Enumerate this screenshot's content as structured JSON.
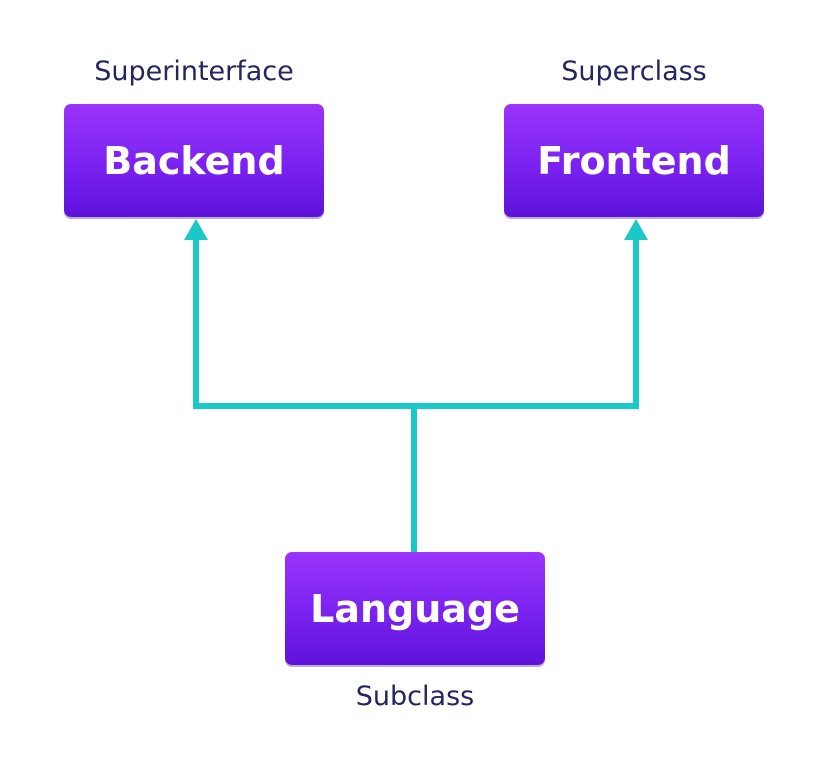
{
  "nodes": {
    "backend": {
      "label": "Backend",
      "caption": "Superinterface"
    },
    "frontend": {
      "label": "Frontend",
      "caption": "Superclass"
    },
    "language": {
      "label": "Language",
      "caption": "Subclass"
    }
  },
  "edges": [
    {
      "from": "language",
      "to": "backend",
      "style": "arrow"
    },
    {
      "from": "language",
      "to": "frontend",
      "style": "arrow"
    }
  ],
  "colors": {
    "box_top": "#9a34fb",
    "box_bottom": "#5d12d9",
    "connector": "#1bc8c8",
    "caption": "#25265e",
    "box_text": "#ffffff"
  }
}
